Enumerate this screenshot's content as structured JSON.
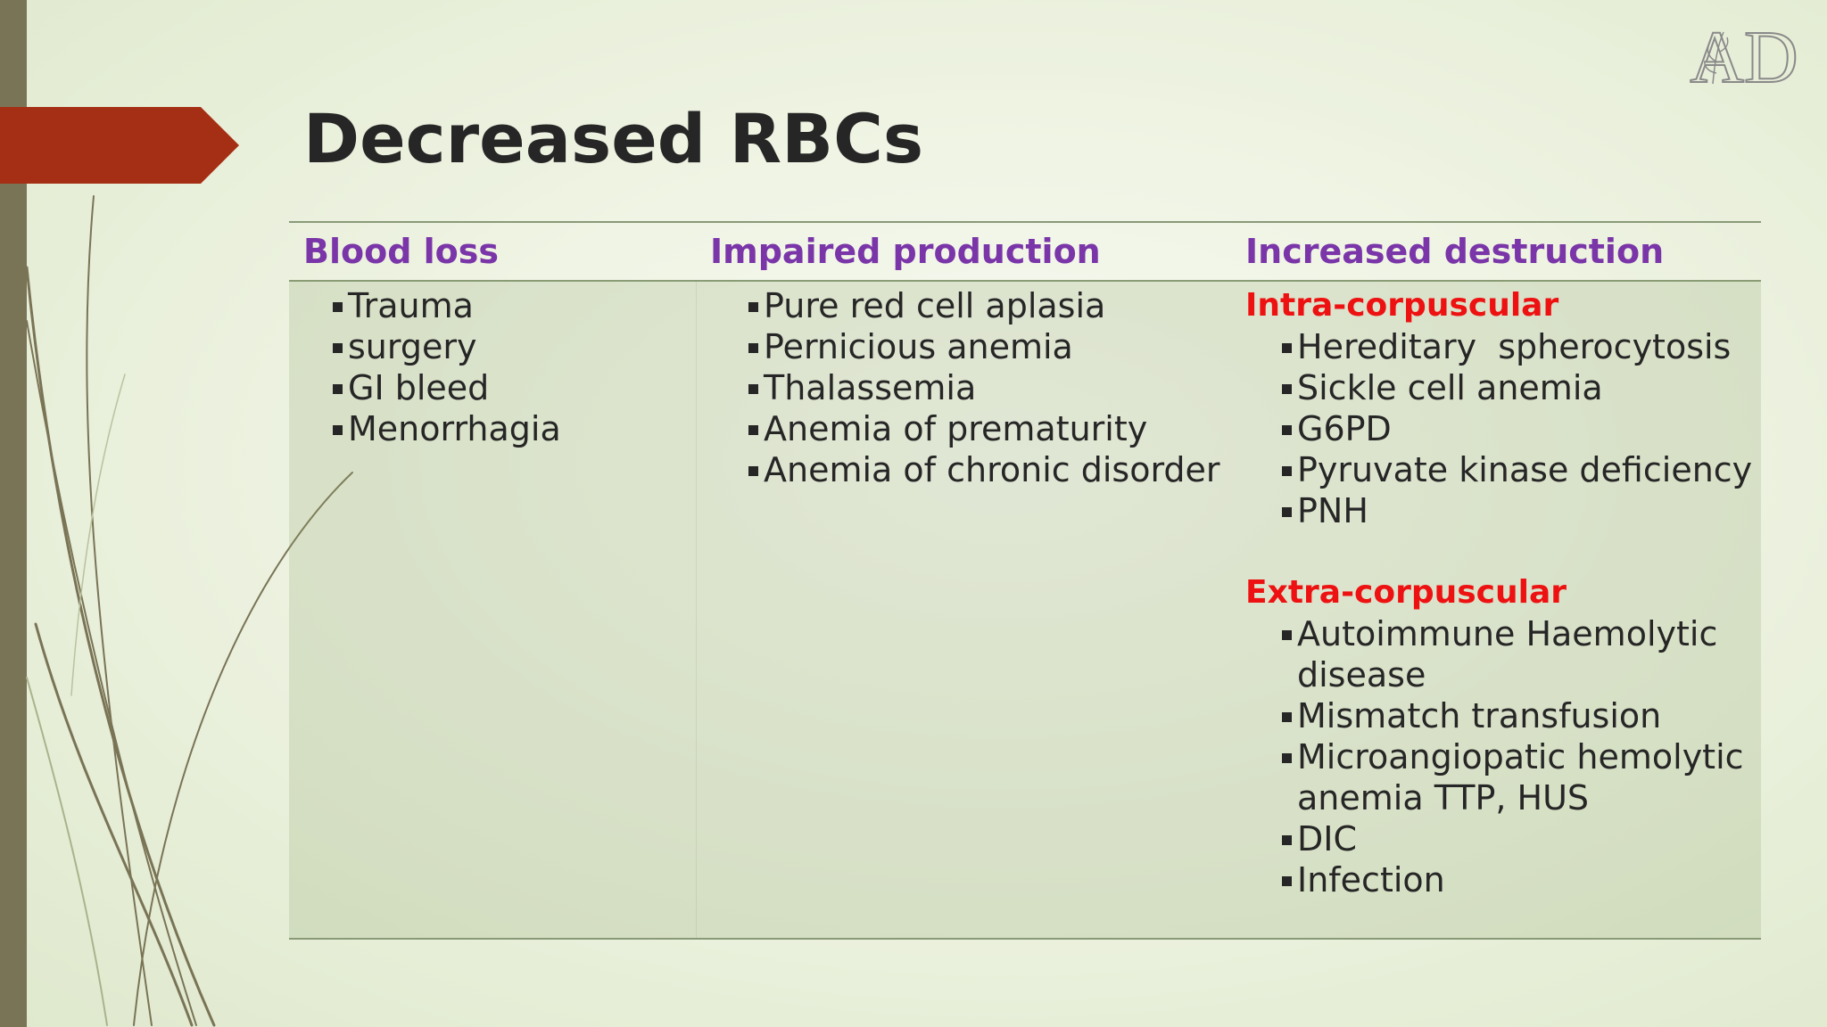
{
  "slide": {
    "title": "Decreased RBCs",
    "logo_text": "AD"
  },
  "table": {
    "headers": [
      "Blood loss",
      "Impaired production",
      "Increased destruction"
    ],
    "blood_loss": [
      "Trauma",
      "surgery",
      "GI bleed",
      "Menorrhagia"
    ],
    "impaired_production": [
      "Pure red cell aplasia",
      "Pernicious anemia",
      "Thalassemia",
      "Anemia of prematurity",
      "Anemia of chronic disorder"
    ],
    "increased_destruction": {
      "intra_heading": "Intra-corpuscular",
      "intra_items": [
        "Hereditary  spherocytosis",
        "Sickle cell anemia",
        "G6PD",
        "Pyruvate kinase deficiency",
        "PNH"
      ],
      "extra_heading": "Extra-corpuscular",
      "extra_items": [
        {
          "line1": "Autoimmune Haemolytic",
          "line2": "disease"
        },
        {
          "line1": "Mismatch transfusion"
        },
        {
          "line1": "Microangiopatic hemolytic",
          "line2": "anemia TTP, HUS"
        },
        {
          "line1": "DIC"
        },
        {
          "line1": "Infection"
        }
      ]
    }
  },
  "colors": {
    "header_text": "#7a35a8",
    "subheading_red": "#ee1111",
    "arrow": "#a52f14",
    "left_bar": "#7a7456"
  }
}
